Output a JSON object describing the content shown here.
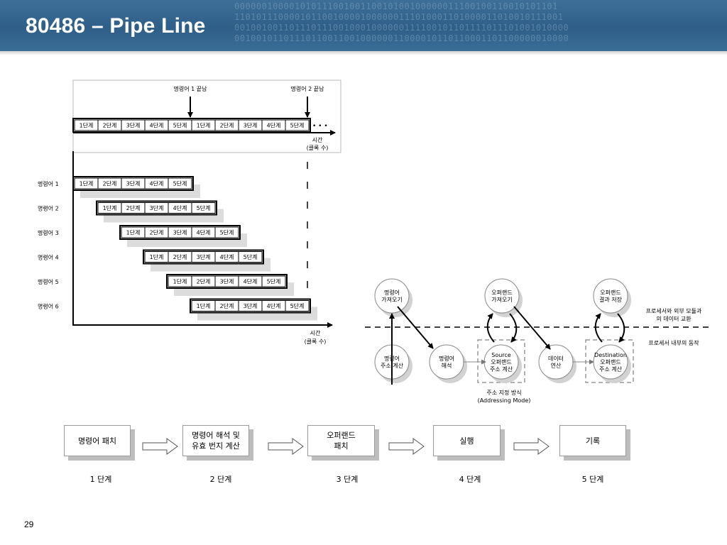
{
  "header": {
    "title": "80486 – Pipe Line",
    "binary_texture": [
      "00000010000101011100100110010100100000011100100110010101101",
      "110101110000101100100001000000111010001101000011010010111001",
      "0010010011011101110010001000000111100101101111011101001010000",
      "0010010110111011001100100000011000010110110001101100000010000"
    ]
  },
  "top_timeline": {
    "marker1": "명령어 1 끝남",
    "marker2": "명령어 2 끝남",
    "stages": [
      "1단계",
      "2단계",
      "3단계",
      "4단계",
      "5단계",
      "1단계",
      "2단계",
      "3단계",
      "4단계",
      "5단계"
    ],
    "dots": "• • •",
    "time_label": "시간",
    "time_unit": "(클록 수)"
  },
  "pipeline": {
    "instructions": [
      "명령어 1",
      "명령어 2",
      "명령어 3",
      "명령어 4",
      "명령어 5",
      "명령어 6"
    ],
    "stages": [
      "1단계",
      "2단계",
      "3단계",
      "4단계",
      "5단계"
    ],
    "time_label": "시간",
    "time_unit": "(클록 수)"
  },
  "state_diagram": {
    "nodes": {
      "fetch_inst": "명령어\n가져오기",
      "operand_fetch": "오퍼랜드\n가져오기",
      "operand_store": "오퍼랜드\n결과 저장",
      "inst_addr": "명령어\n주소 계산",
      "decode": "명령어\n해석",
      "source_addr": "Source\n오퍼랜드\n주소 계산",
      "data_op": "데이터\n연산",
      "dest_addr": "Destination\n오퍼랜드\n주소 계산"
    },
    "right_labels": [
      "프로세서와 외부 모듈과\n의 데이터 교환",
      "프로세서 내부의 동작"
    ],
    "addressing_label": "주소 지정 방식\n(Addressing Mode)"
  },
  "flow": {
    "steps": [
      {
        "label": "명령어 패치",
        "stage": "1 단계"
      },
      {
        "label": "명령어 해석 및\n유효 번지 계산",
        "stage": "2 단계"
      },
      {
        "label": "오퍼랜드\n패치",
        "stage": "3 단계"
      },
      {
        "label": "실행",
        "stage": "4 단계"
      },
      {
        "label": "기록",
        "stage": "5 단계"
      }
    ]
  },
  "footer": {
    "page_number": "29"
  }
}
